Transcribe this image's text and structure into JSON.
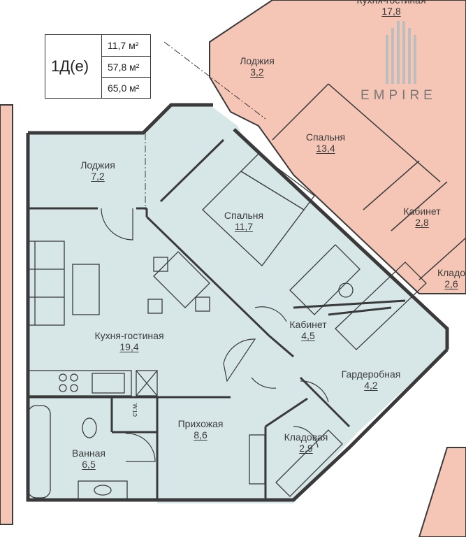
{
  "apartment": {
    "code": "1Д(е)",
    "areas": [
      "11,7 м²",
      "57,8 м²",
      "65,0 м²"
    ]
  },
  "brand": "EMPIRE",
  "colors": {
    "main_apartment": "#d7e7e8",
    "neighbor_apartment": "#f5c6b6",
    "wall": "#3a3a3a",
    "label": "#3b3b3b"
  },
  "rooms": [
    {
      "name": "Лоджия",
      "area": "7,2"
    },
    {
      "name": "Спальня",
      "area": "11,7"
    },
    {
      "name": "Кухня-гостиная",
      "area": "19,4"
    },
    {
      "name": "Кабинет",
      "area": "4,5"
    },
    {
      "name": "Гардеробная",
      "area": "4,2"
    },
    {
      "name": "Прихожая",
      "area": "8,6"
    },
    {
      "name": "Кладовая",
      "area": "2,9"
    },
    {
      "name": "Ванная",
      "area": "6,5"
    }
  ],
  "neighbor_rooms": [
    {
      "name": "Кухня-гостиная",
      "area": "17,8"
    },
    {
      "name": "Лоджия",
      "area": "3,2"
    },
    {
      "name": "Спальня",
      "area": "13,4"
    },
    {
      "name": "Кабинет",
      "area": "2,8"
    },
    {
      "name": "Кладо",
      "area": "2,6"
    }
  ],
  "riser_label": "ст.м."
}
